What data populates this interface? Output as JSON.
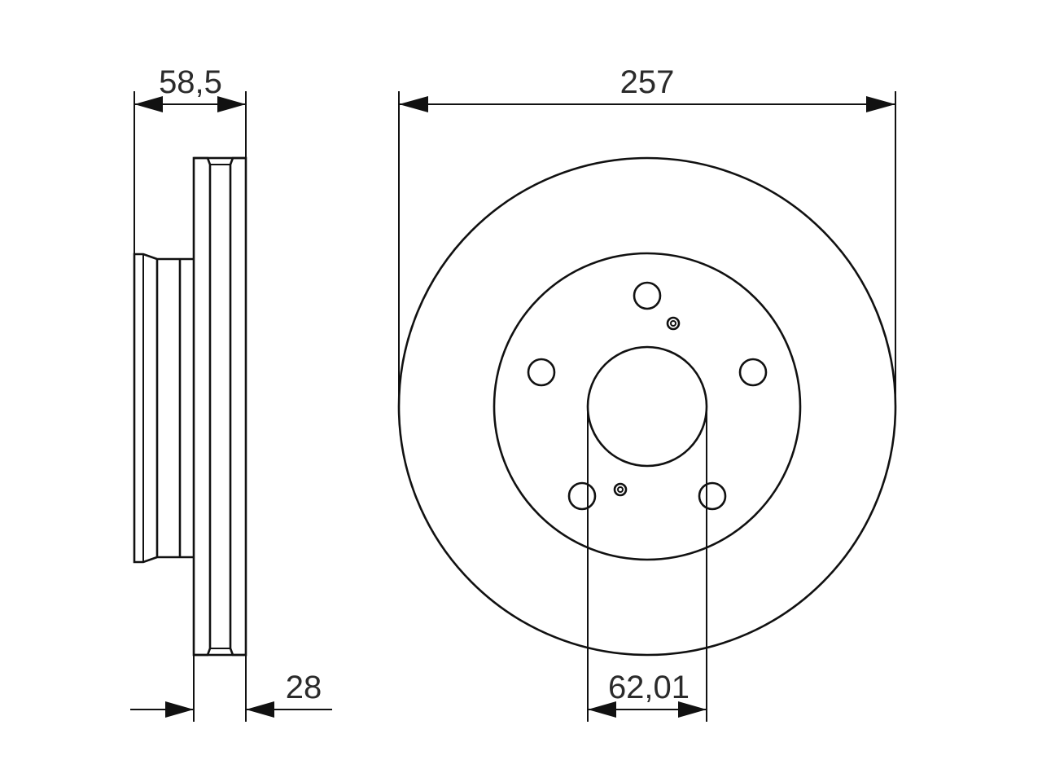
{
  "dimensions": {
    "hub_height": "58,5",
    "disc_diameter": "257",
    "disc_thickness": "28",
    "center_bore": "62,01"
  },
  "colors": {
    "line": "#111111",
    "text": "#2b2b2b",
    "background": "#ffffff"
  }
}
